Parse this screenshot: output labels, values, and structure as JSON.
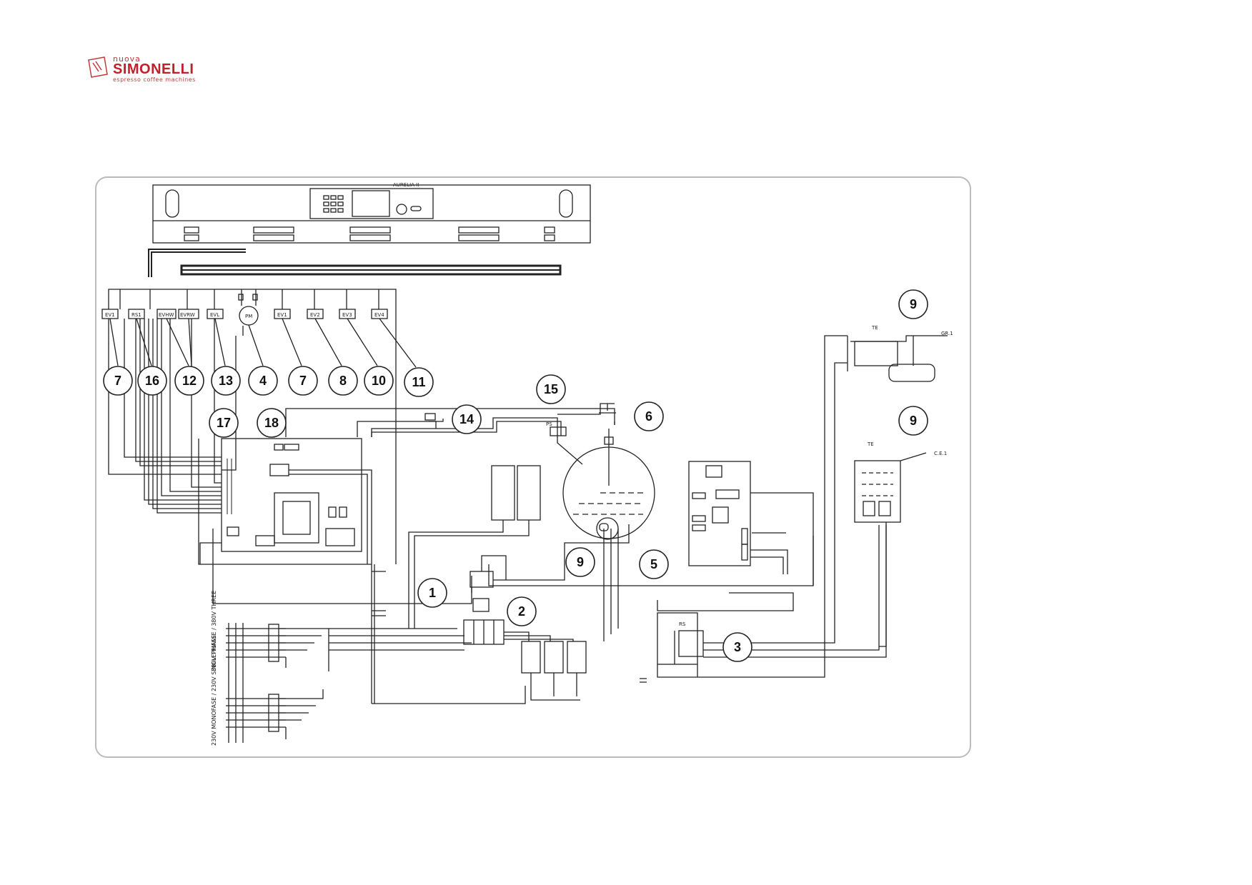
{
  "logo": {
    "top_text": "nuova",
    "brand": "SIMONELLI",
    "tagline": "espresso coffee machines",
    "brand_color": "#c21f2a"
  },
  "panel": {
    "display_label": "AURELIA II"
  },
  "components": {
    "ev1_left": "EV1",
    "rs1": "RS1",
    "evhw": "EVHW",
    "evrw": "EVRW",
    "evl": "EVL",
    "pm": "PM",
    "ev1": "EV1",
    "ev2": "EV2",
    "ev3": "EV3",
    "ev4": "EV4",
    "gr1": "GR.1",
    "ce1": "C.E.1",
    "te1": "TE",
    "te2": "TE",
    "ps": "PS",
    "rs": "RS"
  },
  "callouts": [
    "7",
    "16",
    "12",
    "13",
    "4",
    "7",
    "8",
    "10",
    "11",
    "17",
    "18",
    "14",
    "15",
    "6",
    "9",
    "9",
    "9",
    "5",
    "1",
    "2",
    "3"
  ],
  "supply_labels": {
    "three_phase": "380V TRIFASE / 380V THREE",
    "single_phase": "230V MONOFASE / 230V SINGLEPHASE"
  }
}
